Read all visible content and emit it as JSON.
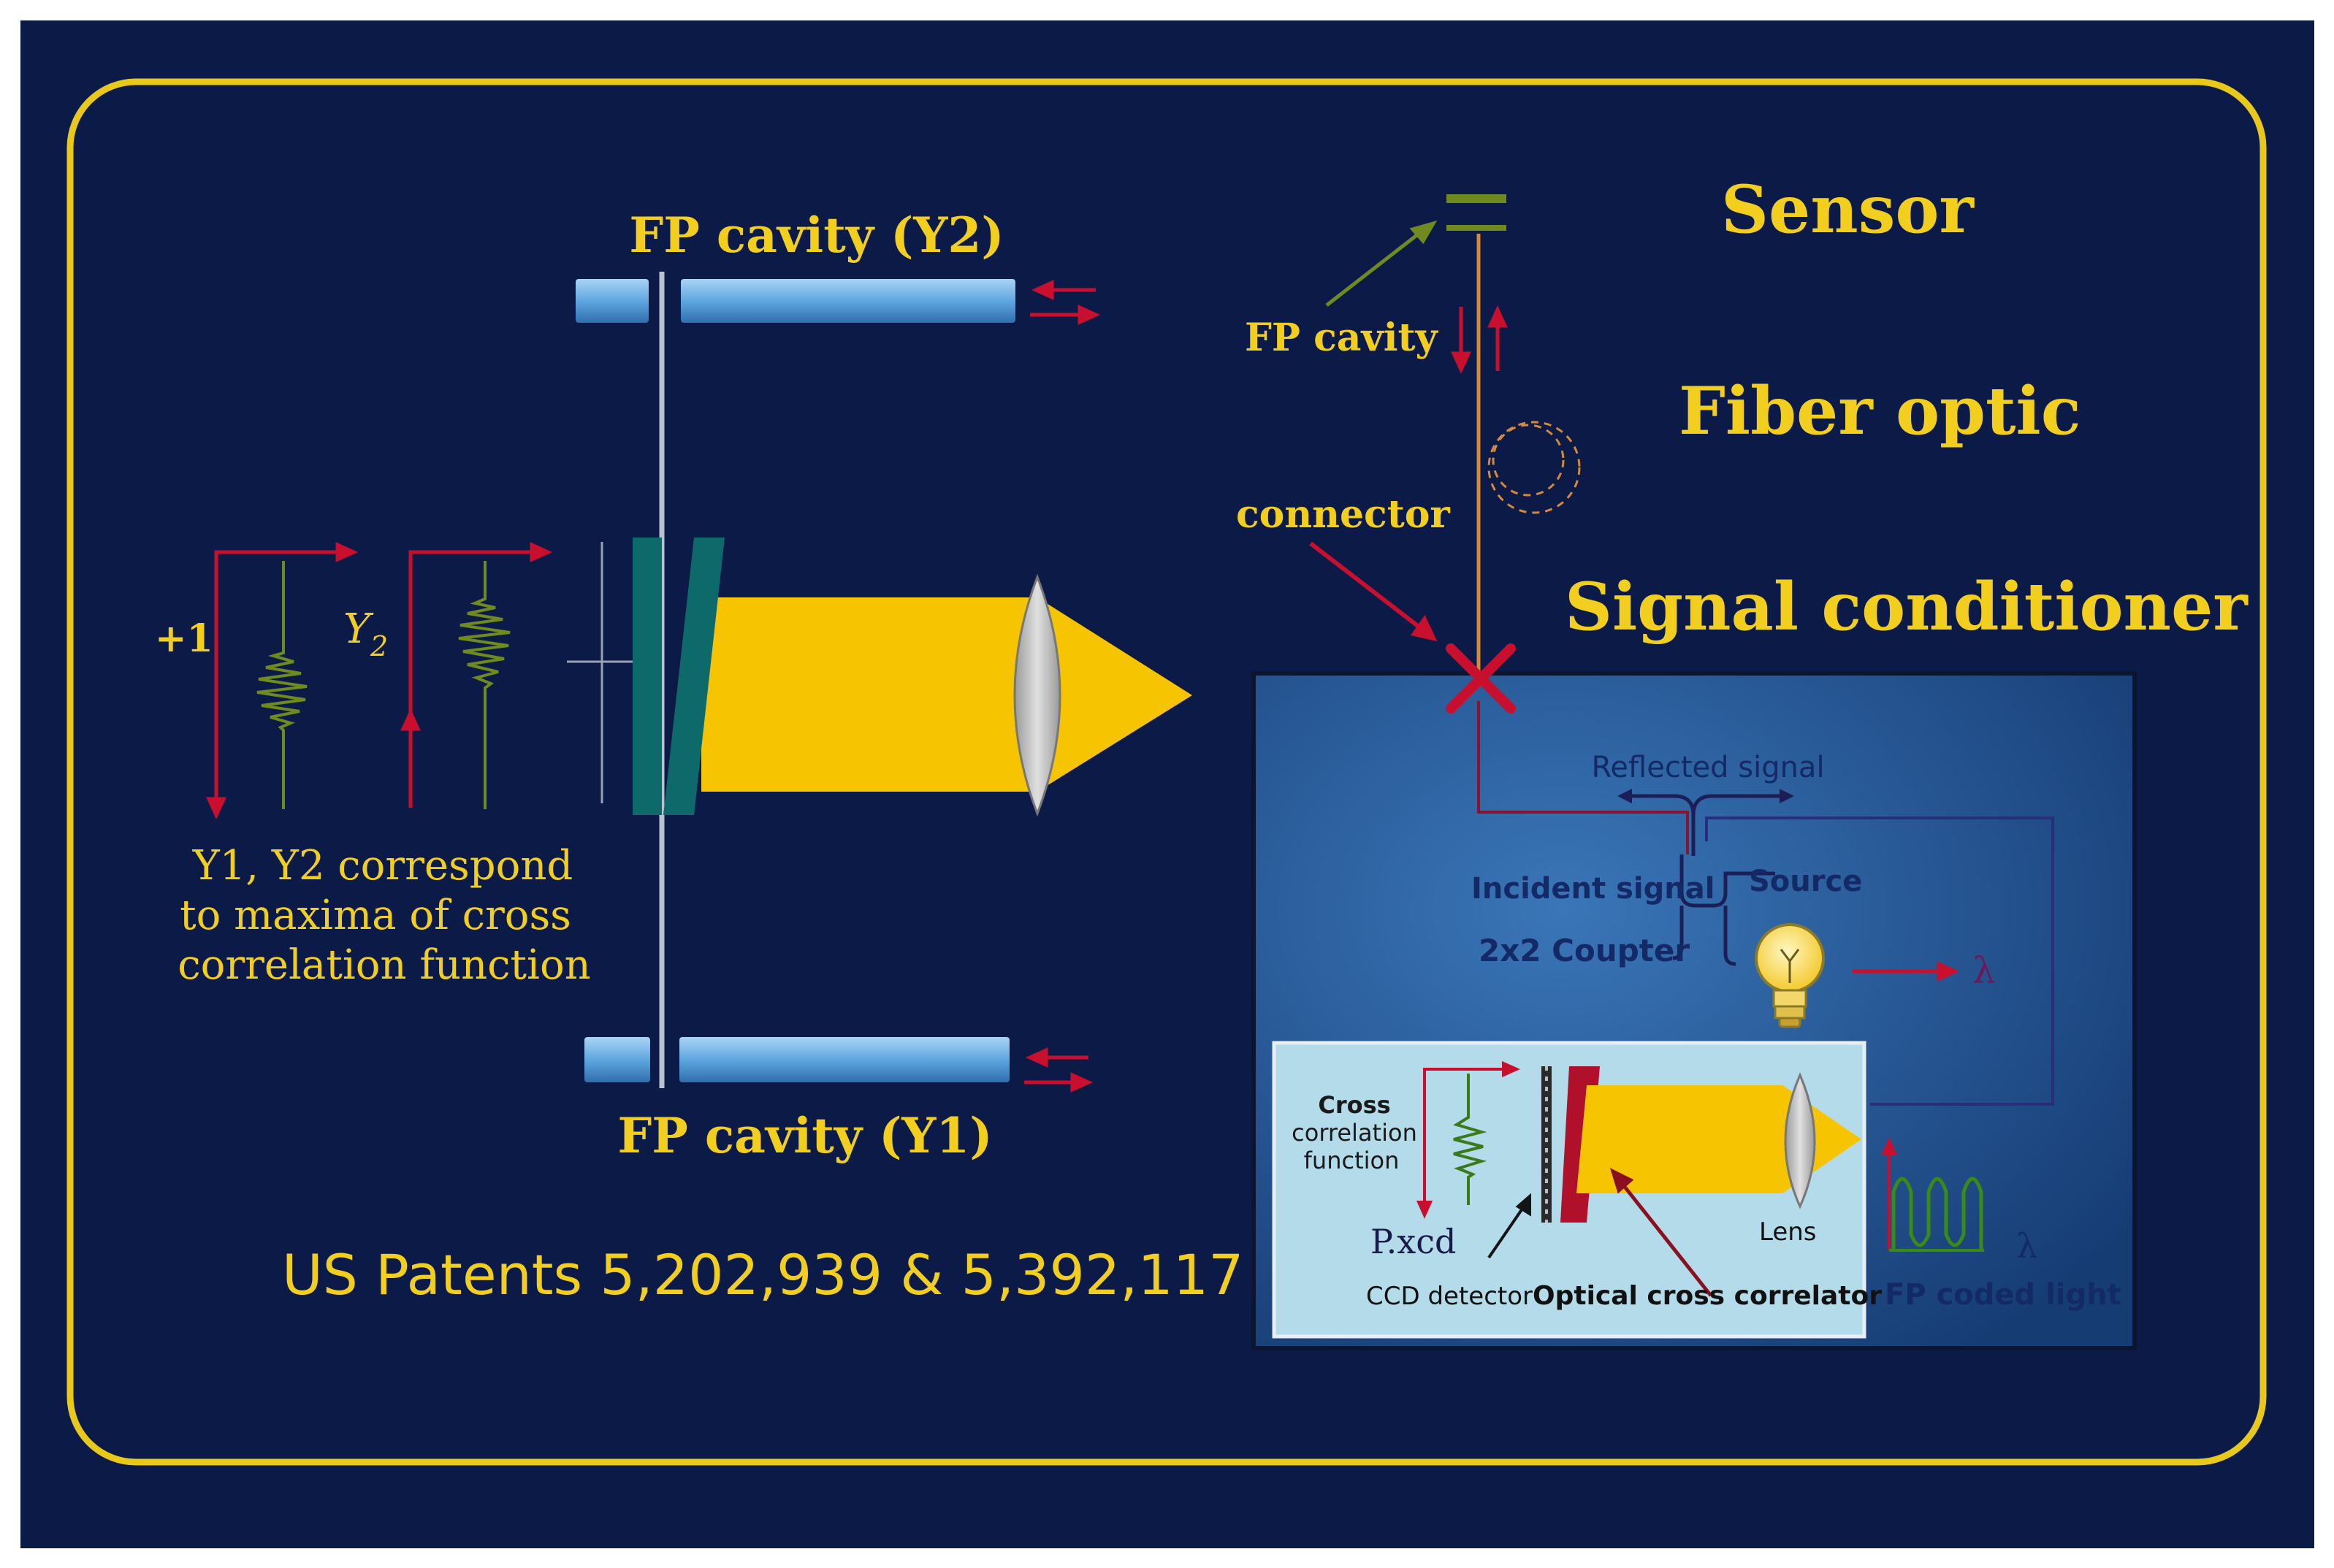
{
  "colors": {
    "background": "#0c1a47",
    "frame": "#e8c91a",
    "text_yellow": "#f2cf1f",
    "arrow_red": "#c8102e",
    "wave_green": "#6f8a1e",
    "beam_yellow": "#f6c400",
    "prism_teal": "#0e6a6a",
    "conditioner_box": "#1f4f8e",
    "inner_box": "#b3dbe9",
    "label_dark_blue": "#142a66"
  },
  "labels": {
    "fp_cavity_y2": "FP cavity (Y2)",
    "fp_cavity_y1": "FP cavity (Y1)",
    "plus_one": "+1",
    "y2_symbol": "Y",
    "y2_subscript": "2",
    "caption_line1": "Y1, Y2 correspond",
    "caption_line2": "to maxima of cross",
    "caption_line3": "correlation function",
    "patents": "US Patents 5,202,939 & 5,392,117",
    "sensor": "Sensor",
    "fp_cavity": "FP cavity",
    "fiber_optic": "Fiber optic",
    "connector": "connector",
    "signal_conditioner": "Signal conditioner",
    "reflected_signal": "Reflected signal",
    "incident_signal": "Incident signal",
    "source": "Source",
    "coupler": "2x2 Coupter",
    "lambda_source": "λ",
    "cross_correlation_line1": "Cross",
    "cross_correlation_line2": "correlation",
    "cross_correlation_line3": "function",
    "pixel_label": "P.xcd",
    "ccd_detector": "CCD detector",
    "optical_cross_correlator": "Optical cross correlator",
    "lens": "Lens",
    "fp_coded_light": "FP coded light",
    "lambda_coded": "λ"
  },
  "icons": [
    "light-bulb-icon",
    "lens-icon"
  ]
}
